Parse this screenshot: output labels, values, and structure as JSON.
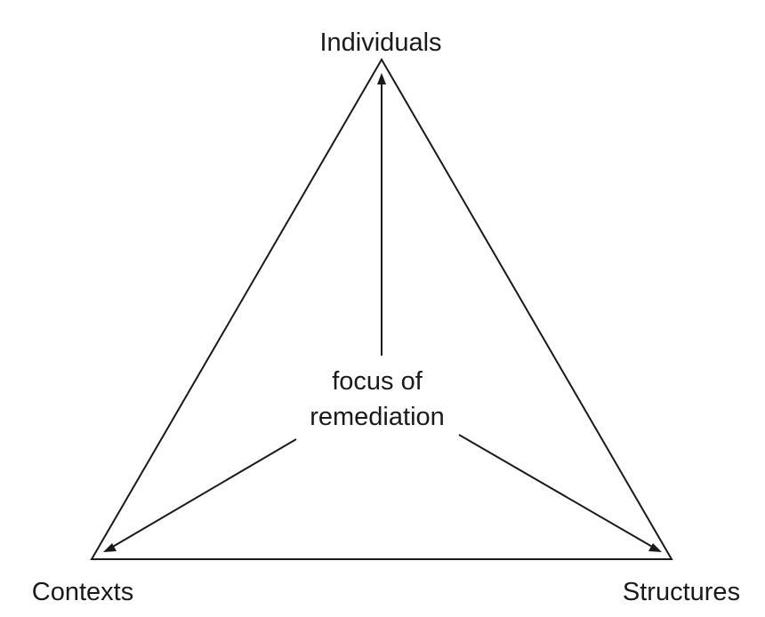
{
  "diagram": {
    "vertices": {
      "top": "Individuals",
      "bottom_left": "Contexts",
      "bottom_right": "Structures"
    },
    "center": {
      "line1": "focus of",
      "line2": "remediation"
    },
    "edges": [
      {
        "from": "Individuals",
        "to": "Contexts"
      },
      {
        "from": "Contexts",
        "to": "Structures"
      },
      {
        "from": "Structures",
        "to": "Individuals"
      }
    ],
    "arrows": [
      {
        "from": "focus of remediation",
        "to": "Individuals"
      },
      {
        "from": "focus of remediation",
        "to": "Contexts"
      },
      {
        "from": "focus of remediation",
        "to": "Structures"
      }
    ]
  }
}
